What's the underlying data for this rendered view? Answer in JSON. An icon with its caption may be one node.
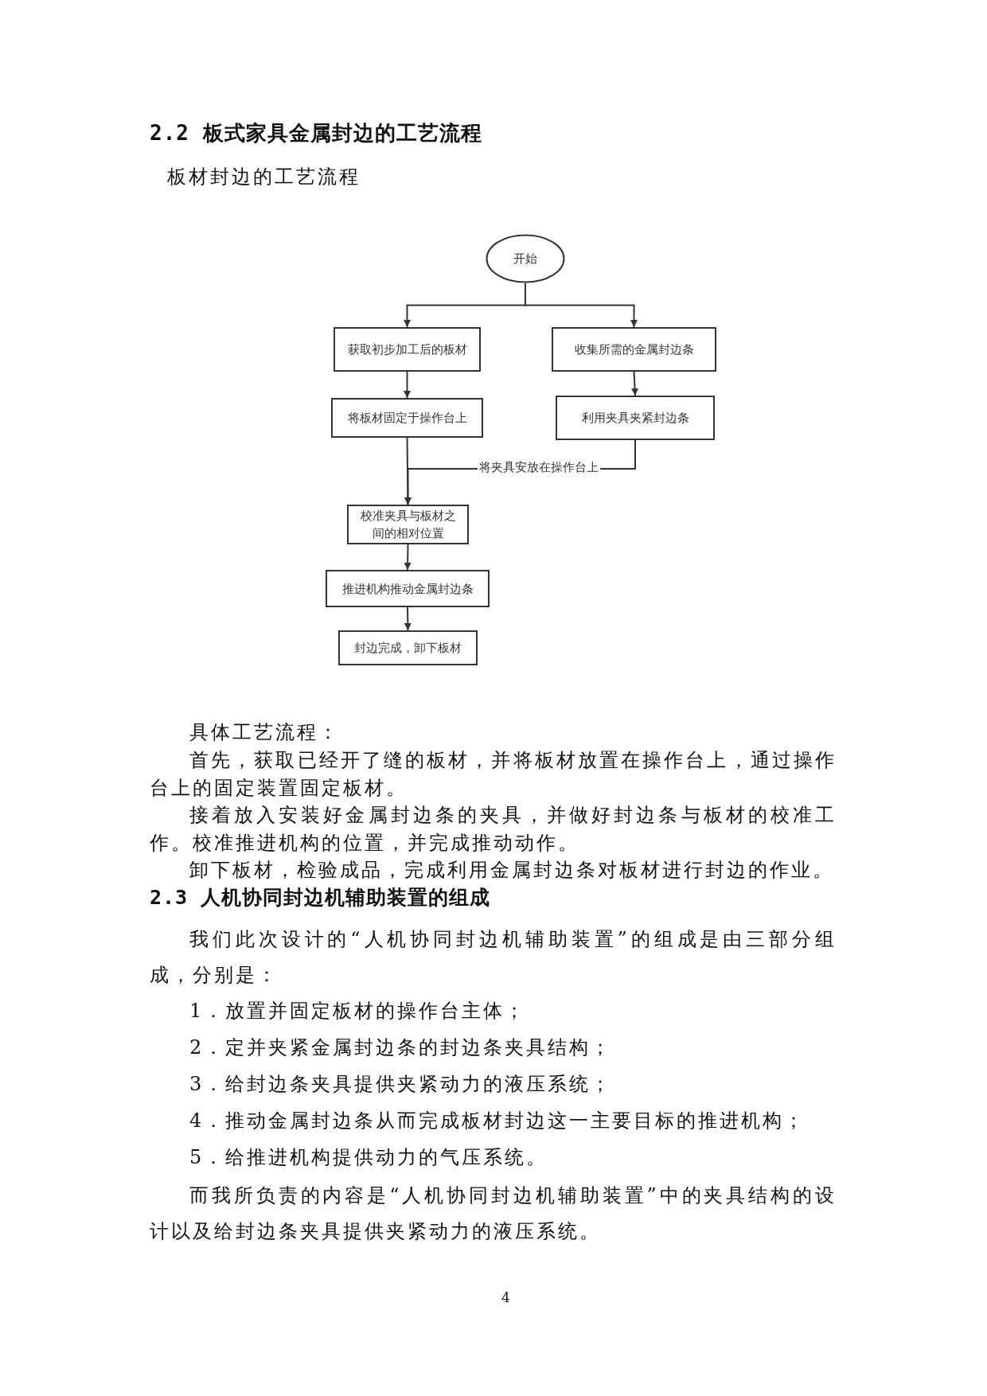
{
  "diagram": {
    "title": "2.2 板式家具金属封边的工艺流程",
    "nodes": [
      {
        "text": [
          "开始"
        ]
      },
      {
        "text": [
          "获取初步加工后的板材"
        ]
      },
      {
        "text": [
          "收集所需的金属封边条"
        ]
      },
      {
        "text": [
          "将板材固定于操作台上"
        ]
      },
      {
        "text": [
          "利用夹具夹紧封边条"
        ]
      },
      {
        "text": [
          "校准夹具与板材之间的相对位置"
        ]
      },
      {
        "text": [
          "推进机构推动金属封边条"
        ]
      },
      {
        "text": [
          "封边完成，卸下板材"
        ]
      }
    ],
    "edges": [
      {
        "from": 0,
        "to": 1,
        "arrow": "to"
      },
      {
        "from": 0,
        "to": 2,
        "arrow": "to"
      },
      {
        "from": 1,
        "to": 3,
        "arrow": "to"
      },
      {
        "from": 2,
        "to": 4,
        "arrow": "to"
      },
      {
        "from": 3,
        "to": 5,
        "arrow": "to"
      },
      {
        "from": 4,
        "to": 5,
        "arrow": "to",
        "label": "将夹具安放在操作台上"
      },
      {
        "from": 5,
        "to": 6,
        "arrow": "to"
      },
      {
        "from": 6,
        "to": 7,
        "arrow": "to"
      }
    ],
    "labels": [
      "板材封边的工艺流程",
      "具体工艺流程：",
      "首先，获取已经开了缝的板材，并将板材放置在操作台上，通过操作台上的固定装置固定板材。",
      "接着放入安装好金属封边条的夹具，并做好封边条与板材的校准工作。校准推进机构的位置，并完成推动动作。",
      "卸下板材，检验成品，完成利用金属封边条对板材进行封边的作业。",
      "2.3 人机协同封边机辅助装置的组成",
      "我们此次设计的“人机协同封边机辅助装置”的组成是由三部分组成，分别是：",
      "1．放置并固定板材的操作台主体；",
      "2．定并夹紧金属封边条的封边条夹具结构；",
      "3．给封边条夹具提供夹紧动力的液压系统；",
      "4．推动金属封边条从而完成板材封边这一主要目标的推进机构；",
      "5．给推进机构提供动力的气压系统。",
      "而我所负责的内容是“人机协同封边机辅助装置”中的夹具结构的设计以及给封边条夹具提供夹紧动力的液压系统。",
      "4"
    ]
  }
}
